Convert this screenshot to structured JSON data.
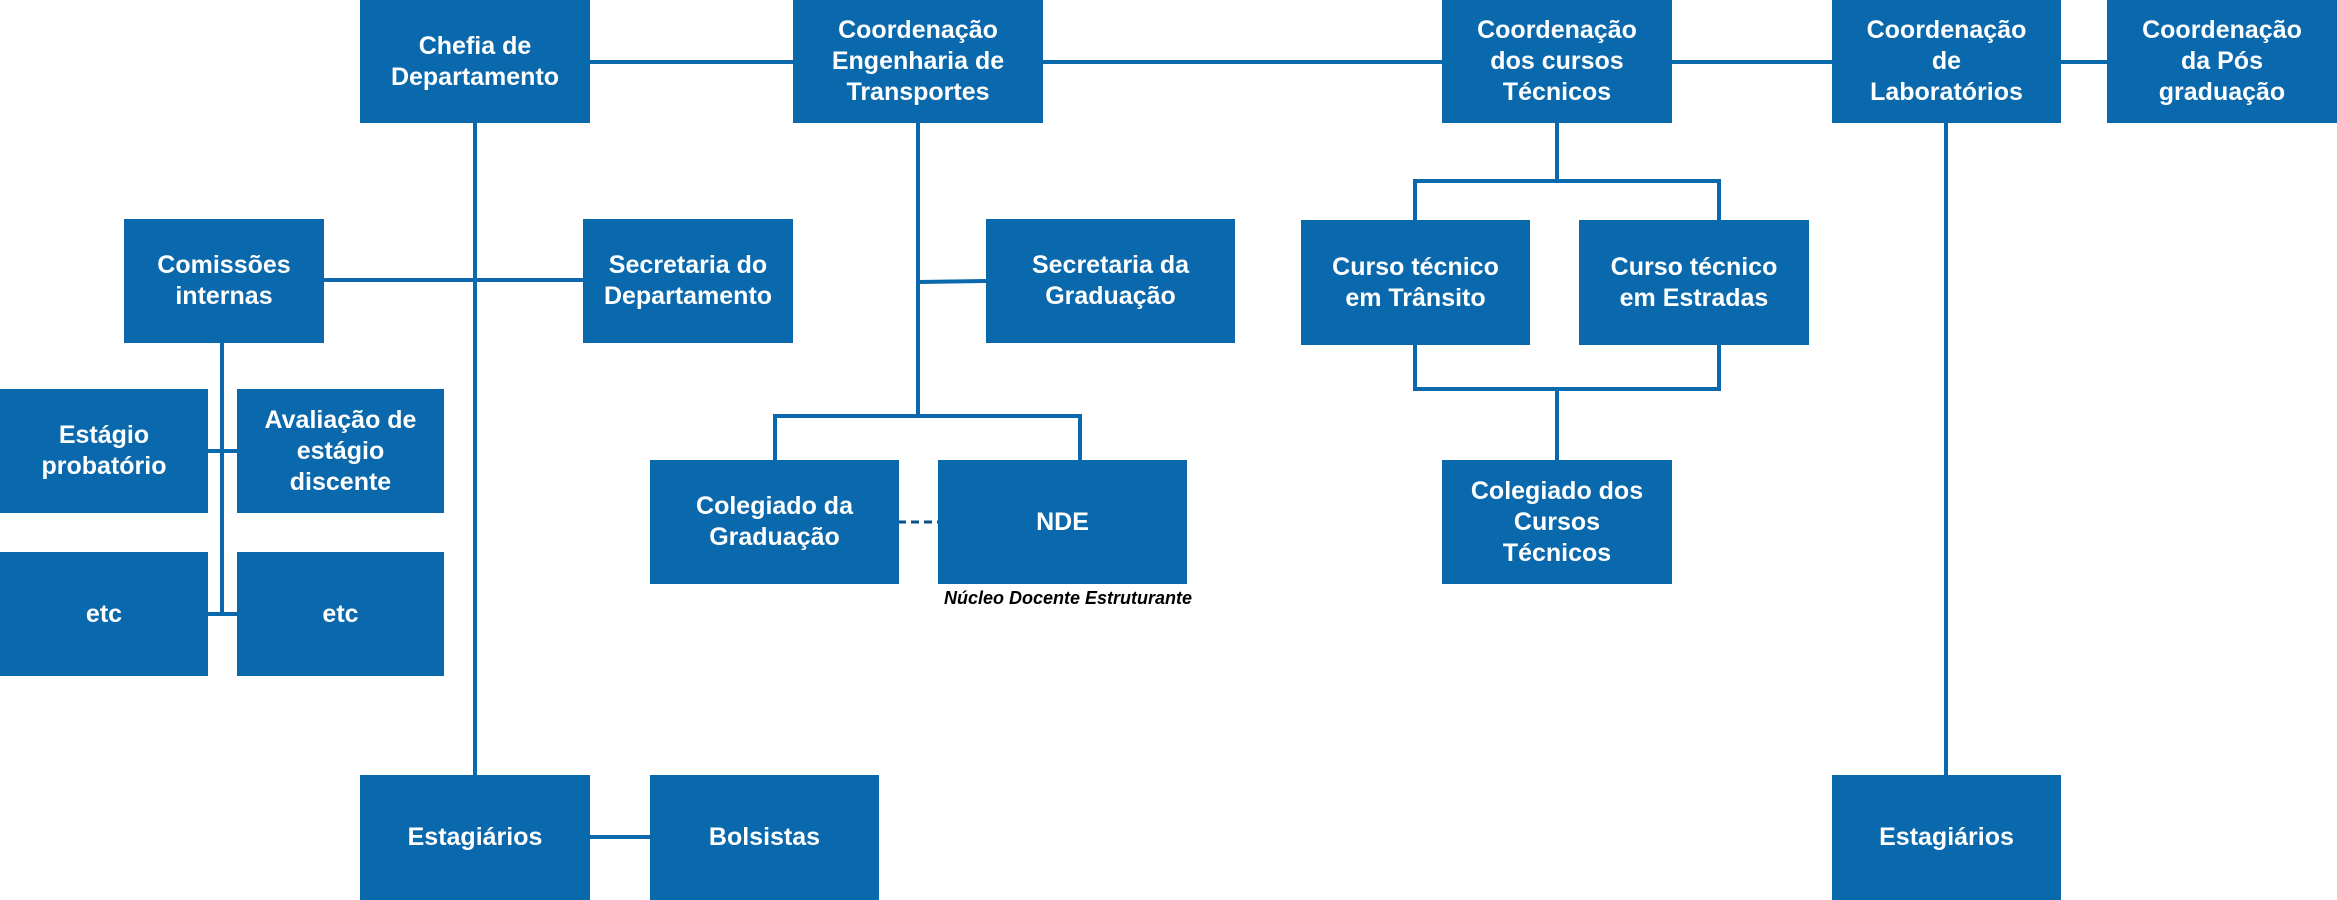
{
  "nodes": {
    "chefia": "Chefia de\nDepartamento",
    "coord_eng": "Coordenação\nEngenharia de\nTransportes",
    "coord_tec": "Coordenação\ndos cursos\nTécnicos",
    "coord_lab": "Coordenação\nde\nLaboratórios",
    "coord_pos": "Coordenação\nda Pós\ngraduação",
    "comissoes": "Comissões\ninternas",
    "secretaria_dep": "Secretaria do\nDepartamento",
    "secretaria_grad": "Secretaria da\nGraduação",
    "curso_transito": "Curso técnico\nem Trânsito",
    "curso_estradas": "Curso técnico\nem Estradas",
    "estagio_probatorio": "Estágio\nprobatório",
    "avaliacao_estagio": "Avaliação de\nestágio\ndiscente",
    "etc_left": "etc",
    "etc_right": "etc",
    "colegiado_grad": "Colegiado da\nGraduação",
    "nde": "NDE",
    "colegiado_tec": "Colegiado dos\nCursos\nTécnicos",
    "estagiarios_dep": "Estagiários",
    "bolsistas": "Bolsistas",
    "estagiarios_lab": "Estagiários"
  },
  "notes": {
    "nde_full": "Núcleo Docente Estruturante"
  },
  "colors": {
    "box_fill": "#0a68ad",
    "box_text": "#ffffff",
    "connector": "#0a68ad"
  }
}
